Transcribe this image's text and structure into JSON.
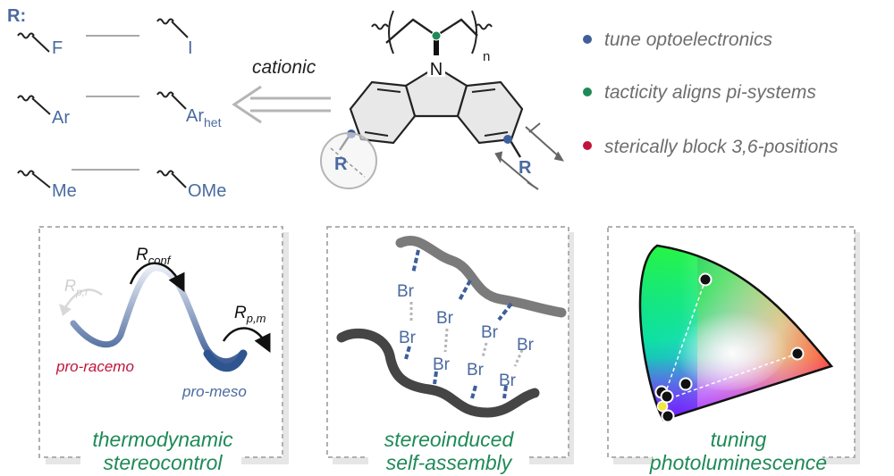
{
  "substituents": {
    "header": "R:",
    "pairs": [
      {
        "left": "F",
        "right": "I"
      },
      {
        "left": "Ar",
        "right": "Ar",
        "right_sub": "het"
      },
      {
        "left": "Me",
        "right": "OMe"
      }
    ]
  },
  "arrow_label": "cationic",
  "molecule": {
    "nitrogen": "N",
    "subscript_n": "n",
    "r_left": "R",
    "r_right": "R"
  },
  "legend": [
    {
      "text": "tune optoelectronics",
      "color": "#3f5f9a"
    },
    {
      "text": "tacticity aligns pi-systems",
      "color": "#1f8a57"
    },
    {
      "text": "sterically block 3,6-positions",
      "color": "#c0143c"
    }
  ],
  "panels": {
    "thermo": {
      "r_conf": "R",
      "r_conf_sub": "conf",
      "r_pr": "R",
      "r_pr_sub": "p,r",
      "r_pm": "R",
      "r_pm_sub": "p,m",
      "pro_racemo": "pro-racemo",
      "pro_meso": "pro-meso",
      "title_line1": "thermodynamic",
      "title_line2": "stereocontrol"
    },
    "assembly": {
      "halogen": "Br",
      "title_line1": "stereoinduced",
      "title_line2": "self-assembly"
    },
    "photo": {
      "title_line1": "tuning",
      "title_line2": "photoluminescence"
    }
  },
  "colors": {
    "blue": "#4a6aa0",
    "green": "#1f8a57",
    "red": "#c0143c",
    "gray_text": "#6d6d6d"
  }
}
